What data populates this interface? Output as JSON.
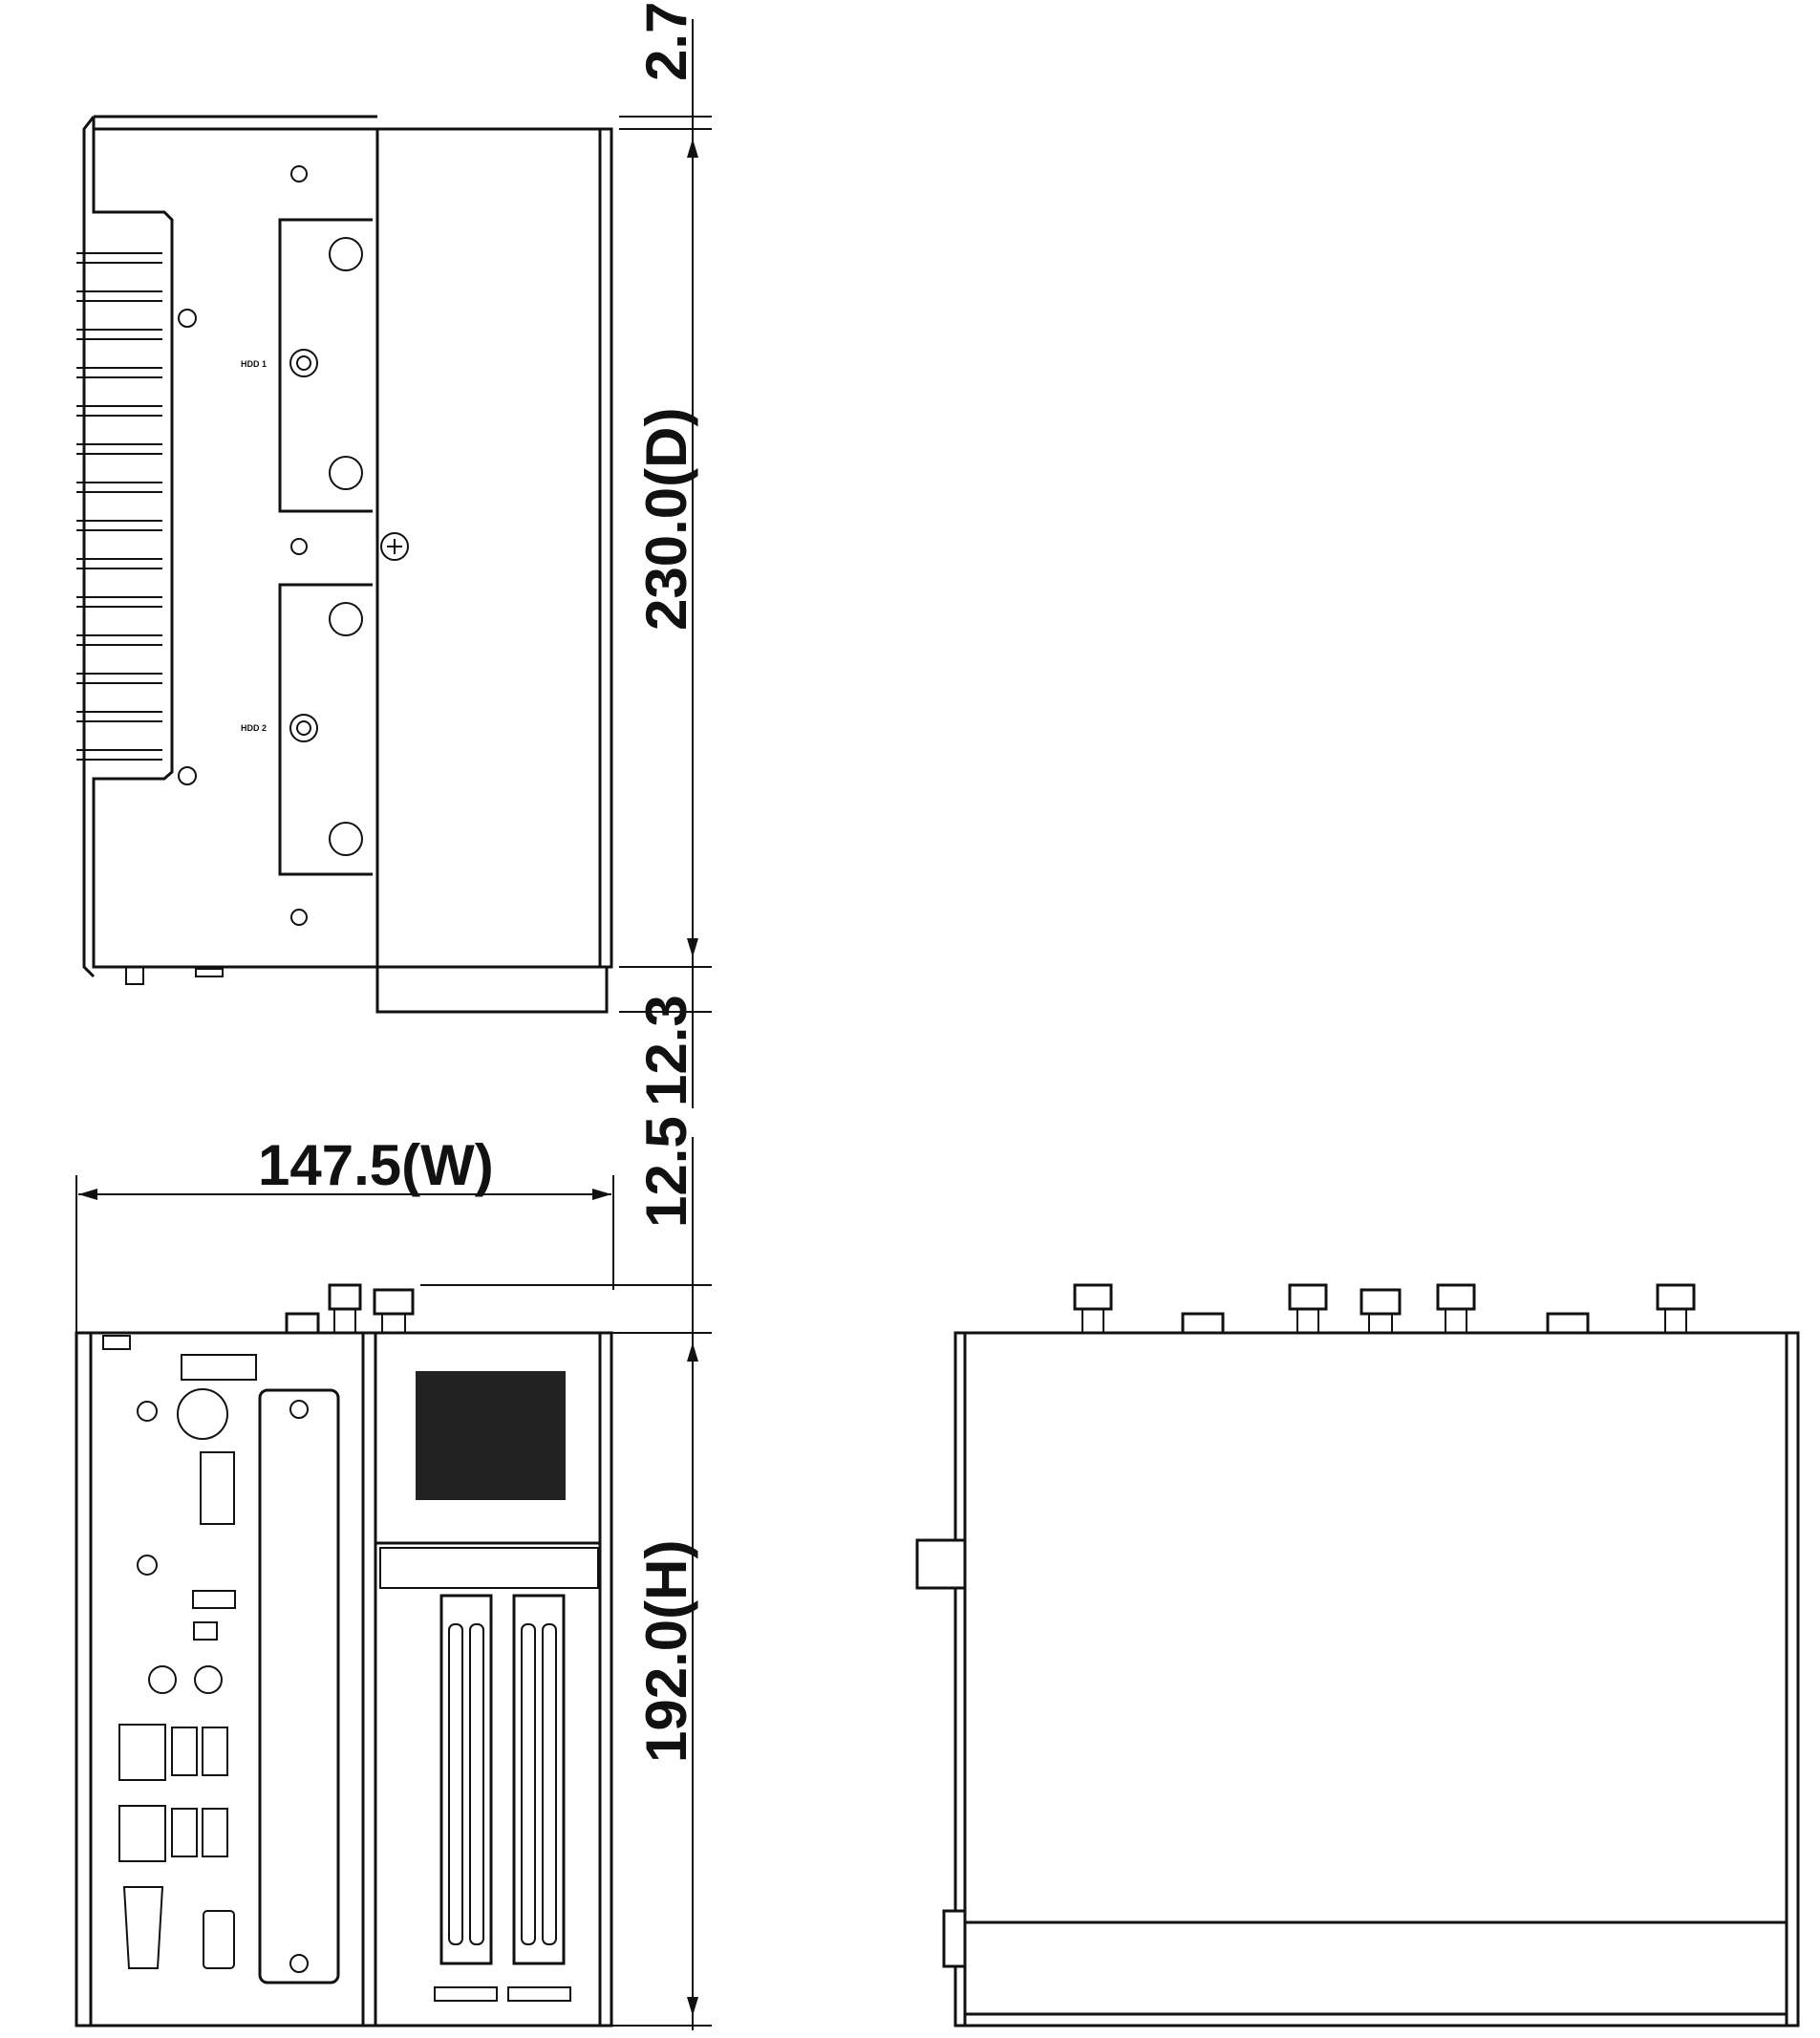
{
  "dimensions": {
    "top_offset": "2.7",
    "depth": "230.0(D)",
    "bottom_offset": "12.3",
    "width": "147.5(W)",
    "connector_height": "12.5",
    "height": "192.0(H)"
  },
  "labels": {
    "hdd1": "HDD 1",
    "hdd2": "HDD 2"
  }
}
